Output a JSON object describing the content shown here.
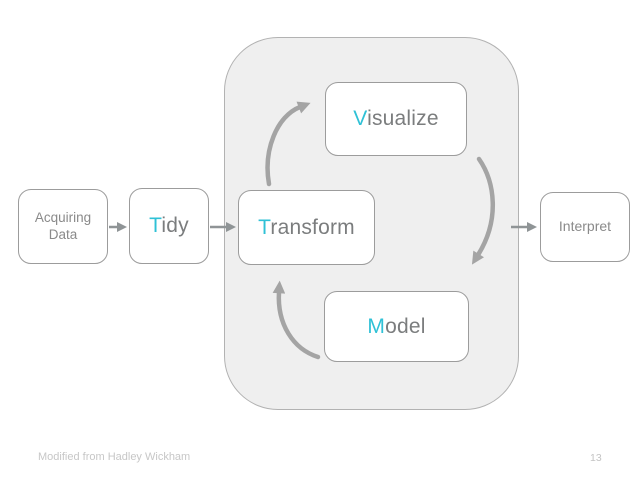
{
  "diagram": {
    "nodes": {
      "acquiring": {
        "line1": "Acquiring",
        "line2": "Data"
      },
      "tidy": {
        "accent": "T",
        "rest": "idy"
      },
      "transform": {
        "accent": "T",
        "rest": "ransform"
      },
      "visualize": {
        "accent": "V",
        "rest": "isualize"
      },
      "model": {
        "accent": "M",
        "rest": "odel"
      },
      "interpret": {
        "label": "Interpret"
      }
    },
    "colors": {
      "accent_teal": "#2fc1d6",
      "label_gray": "#7b7d7e",
      "small_label_gray": "#8a8a8a",
      "box_border": "#9c9c9c",
      "container_fill": "#efefef",
      "container_border": "#b2b2b2",
      "straight_arrow": "#8f9496",
      "curved_arrow": "#a4a4a4"
    }
  },
  "footer": {
    "credit": "Modified from Hadley Wickham",
    "page_number": "13"
  }
}
